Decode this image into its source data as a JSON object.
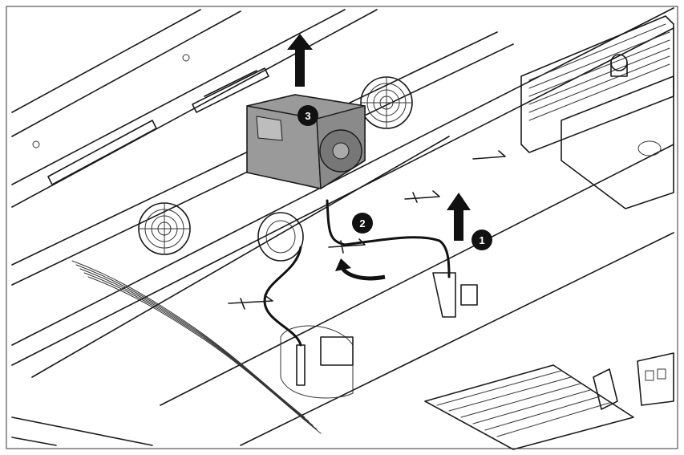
{
  "figure": {
    "description_icon": "hardware-diagram",
    "callouts": [
      {
        "id": "step-1",
        "label": "1"
      },
      {
        "id": "step-2",
        "label": "2"
      },
      {
        "id": "step-3",
        "label": "3"
      }
    ],
    "colors": {
      "line": "#1a1a1a",
      "fan_gray": "#9a9a9a",
      "callout_fill": "#111111",
      "callout_text": "#ffffff",
      "background": "#ffffff"
    }
  }
}
